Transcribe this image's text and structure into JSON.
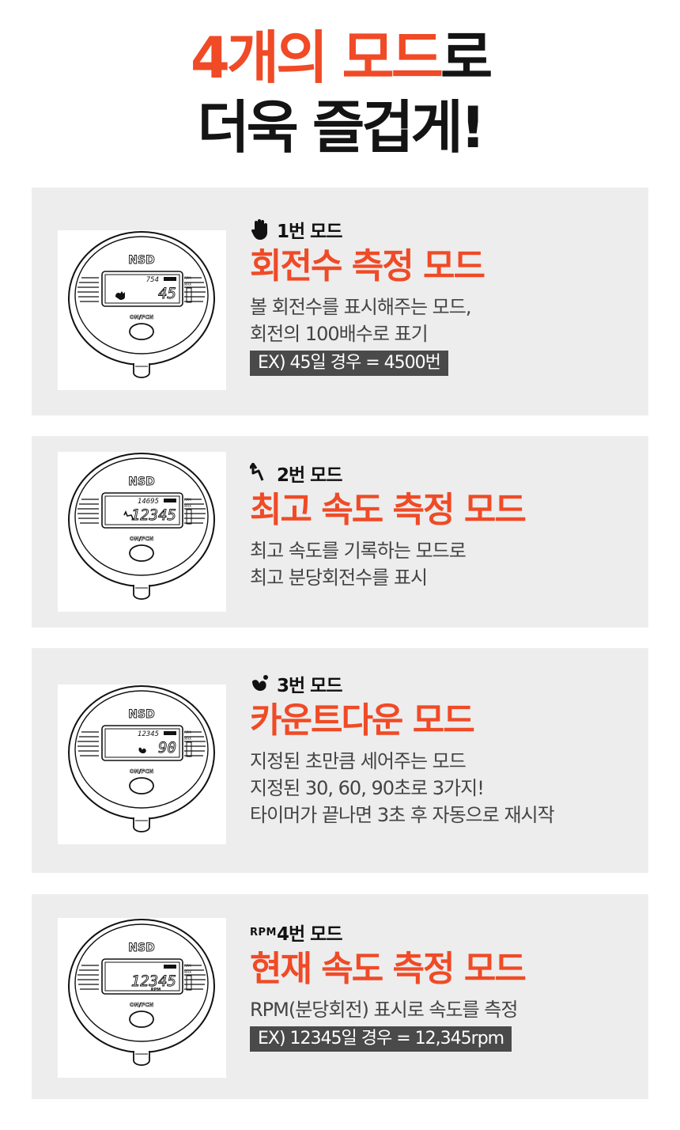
{
  "headline": {
    "line1_accent": "4개의 모드",
    "line1_rest": "로",
    "line2": "더욱 즐겁게!"
  },
  "modes": [
    {
      "icon": "hand-icon",
      "label": "1번 모드",
      "title": "회전수 측정 모드",
      "desc": [
        "볼 회전수를 표시해주는 모드,",
        "회전의 100배수로 표기"
      ],
      "example": "EX) 45일 경우 = 4500번",
      "device": {
        "brand": "NSD",
        "small": "754",
        "big": "45",
        "sub": "",
        "button": "ON/FCN"
      }
    },
    {
      "icon": "peak-arrow-icon",
      "label": "2번 모드",
      "title": "최고 속도 측정 모드",
      "desc": [
        "최고 속도를 기록하는 모드로",
        "최고 분당회전수를 표시"
      ],
      "example": "",
      "device": {
        "brand": "NSD",
        "small": "14695",
        "big": "12345",
        "sub": "",
        "button": "ON/FCN"
      }
    },
    {
      "icon": "countdown-icon",
      "label": "3번 모드",
      "title": "카운트다운 모드",
      "desc": [
        "지정된 초만큼 세어주는 모드",
        "지정된 30, 60, 90초로 3가지!",
        "타이머가 끝나면 3초 후 자동으로 재시작"
      ],
      "example": "",
      "device": {
        "brand": "NSD",
        "small": "12345",
        "big": "90",
        "sub": "",
        "button": "ON/FCN"
      }
    },
    {
      "icon": "rpm-icon",
      "icon_text": "RPM",
      "label": "4번 모드",
      "title": "현재 속도 측정 모드",
      "desc": [
        "RPM(분당회전) 표시로 속도를 측정"
      ],
      "example": "EX) 12345일 경우 = 12,345rpm",
      "device": {
        "brand": "NSD",
        "small": "",
        "big": "12345",
        "sub": "RPM",
        "button": "ON/FCN"
      }
    }
  ],
  "colors": {
    "accent": "#f04a26",
    "card_bg": "#ededed",
    "ex_bg": "#4a4a4a"
  }
}
